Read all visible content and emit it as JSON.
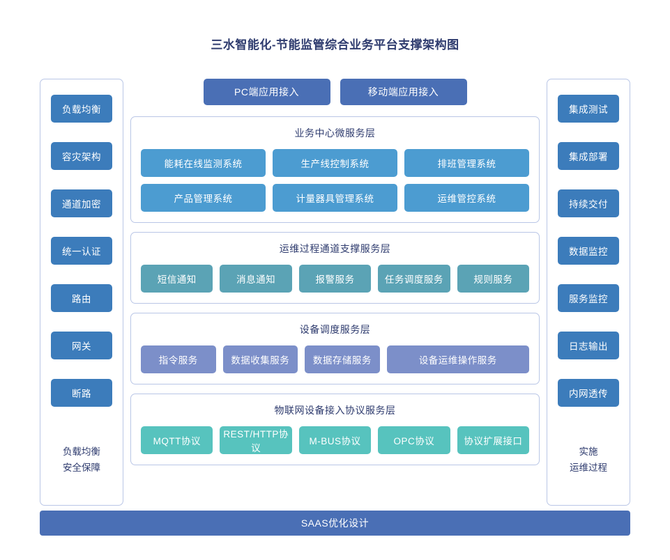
{
  "title": "三水智能化-节能监管综合业务平台支撑架构图",
  "colors": {
    "title_text": "#2e3b6e",
    "panel_border": "#b9c6e6",
    "side_chip": "#3c7cbb",
    "access_button": "#4a6fb5",
    "business_node": "#4c9cd1",
    "ops_node": "#5ba3b5",
    "device_node": "#7c8fc9",
    "iot_node": "#57c3be",
    "saas_bar": "#4a6fb5"
  },
  "left_column": {
    "items": [
      {
        "label": "负载均衡"
      },
      {
        "label": "容灾架构"
      },
      {
        "label": "通道加密"
      },
      {
        "label": "统一认证"
      },
      {
        "label": "路由"
      },
      {
        "label": "网关"
      },
      {
        "label": "断路"
      }
    ],
    "footer_line1": "负载均衡",
    "footer_line2": "安全保障"
  },
  "right_column": {
    "items": [
      {
        "label": "集成测试"
      },
      {
        "label": "集成部署"
      },
      {
        "label": "持续交付"
      },
      {
        "label": "数据监控"
      },
      {
        "label": "服务监控"
      },
      {
        "label": "日志输出"
      },
      {
        "label": "内网透传"
      }
    ],
    "footer_line1": "实施",
    "footer_line2": "运维过程"
  },
  "access": {
    "buttons": [
      {
        "label": "PC端应用接入"
      },
      {
        "label": "移动端应用接入"
      }
    ]
  },
  "layers": [
    {
      "title": "业务中心微服务层",
      "rows": [
        [
          {
            "label": "能耗在线监测系统"
          },
          {
            "label": "生产线控制系统"
          },
          {
            "label": "排班管理系统"
          }
        ],
        [
          {
            "label": "产品管理系统"
          },
          {
            "label": "计量器具管理系统"
          },
          {
            "label": "运维管控系统"
          }
        ]
      ]
    },
    {
      "title": "运维过程通道支撑服务层",
      "rows": [
        [
          {
            "label": "短信通知"
          },
          {
            "label": "消息通知"
          },
          {
            "label": "报警服务"
          },
          {
            "label": "任务调度服务"
          },
          {
            "label": "规则服务"
          }
        ]
      ]
    },
    {
      "title": "设备调度服务层",
      "rows": [
        [
          {
            "label": "指令服务"
          },
          {
            "label": "数据收集服务"
          },
          {
            "label": "数据存储服务"
          },
          {
            "label": "设备运维操作服务"
          }
        ]
      ]
    },
    {
      "title": "物联网设备接入协议服务层",
      "rows": [
        [
          {
            "label": "MQTT协议"
          },
          {
            "label": "REST/HTTP协议"
          },
          {
            "label": "M-BUS协议"
          },
          {
            "label": "OPC协议"
          },
          {
            "label": "协议扩展接口"
          }
        ]
      ]
    }
  ],
  "saas_bar": {
    "label": "SAAS优化设计"
  }
}
